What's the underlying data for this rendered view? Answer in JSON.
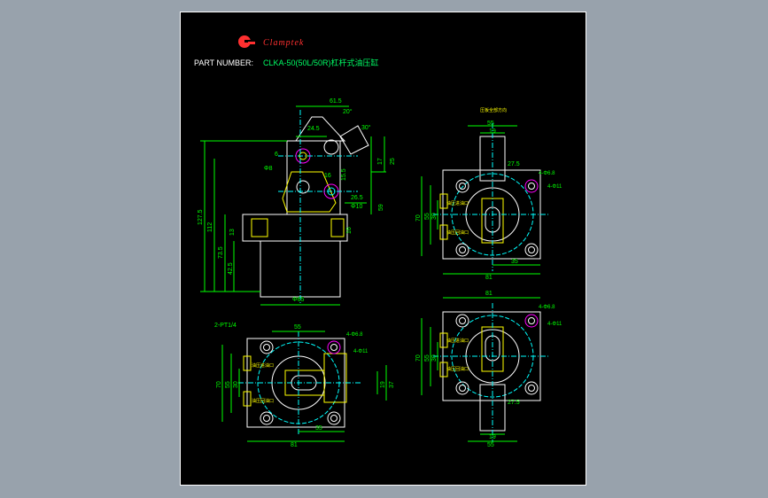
{
  "header": {
    "brand": "Clamptek",
    "part_label": "PART NUMBER:",
    "part_value": "CLKA-50(50L/50R)杠杆式油压缸"
  },
  "side_view": {
    "dims": {
      "d61_5": "61.5",
      "d20deg": "20°",
      "d30deg": "30°",
      "d24_5": "24.5",
      "d6": "6",
      "d8": "Φ8",
      "d16": "16",
      "d15_5": "15.5",
      "d17": "17",
      "d25": "25",
      "d26_5": "26.5",
      "d10": "Φ10",
      "d59": "59",
      "d127_5": "127.5",
      "d112": "112",
      "d13": "13",
      "d73_5": "73.5",
      "d42_5": "42.5",
      "d16b": "16",
      "d65": "Φ65"
    }
  },
  "top_right_view": {
    "title": "压板全部方向",
    "dims": {
      "d55": "55",
      "d19": "19",
      "d27_5": "27.5",
      "h68": "4-Φ6.8",
      "h11": "4-Φ11",
      "d70": "70",
      "d55v": "55",
      "d30": "30",
      "d35": "35",
      "d81": "81"
    },
    "notes": [
      "油压进油口",
      "油压回油口"
    ]
  },
  "bottom_left_view": {
    "dims": {
      "pt": "2-PT1/4",
      "d55": "55",
      "h68": "4-Φ6.8",
      "h11": "4-Φ11",
      "d70": "70",
      "d55v": "55",
      "d30": "30",
      "d19": "19",
      "d37": "37",
      "d35": "35",
      "d81": "81"
    },
    "notes": [
      "油压进油口",
      "油压回油口"
    ]
  },
  "bottom_right_view": {
    "dims": {
      "d81": "81",
      "h68": "4-Φ6.8",
      "h11": "4-Φ11",
      "d70": "70",
      "d55v": "55",
      "d30": "30",
      "d27_5": "27.5",
      "d19": "19",
      "d55": "55"
    },
    "notes": [
      "油压进油口",
      "油压回油口"
    ]
  },
  "colors": {
    "paper": "#000000",
    "frame": "#ffffff",
    "dimension": "#00ff00",
    "outline": "#ffffff",
    "center": "#00ffff",
    "part": "#ffff00",
    "bolt": "#ff00ff",
    "brand": "#ff3030"
  }
}
